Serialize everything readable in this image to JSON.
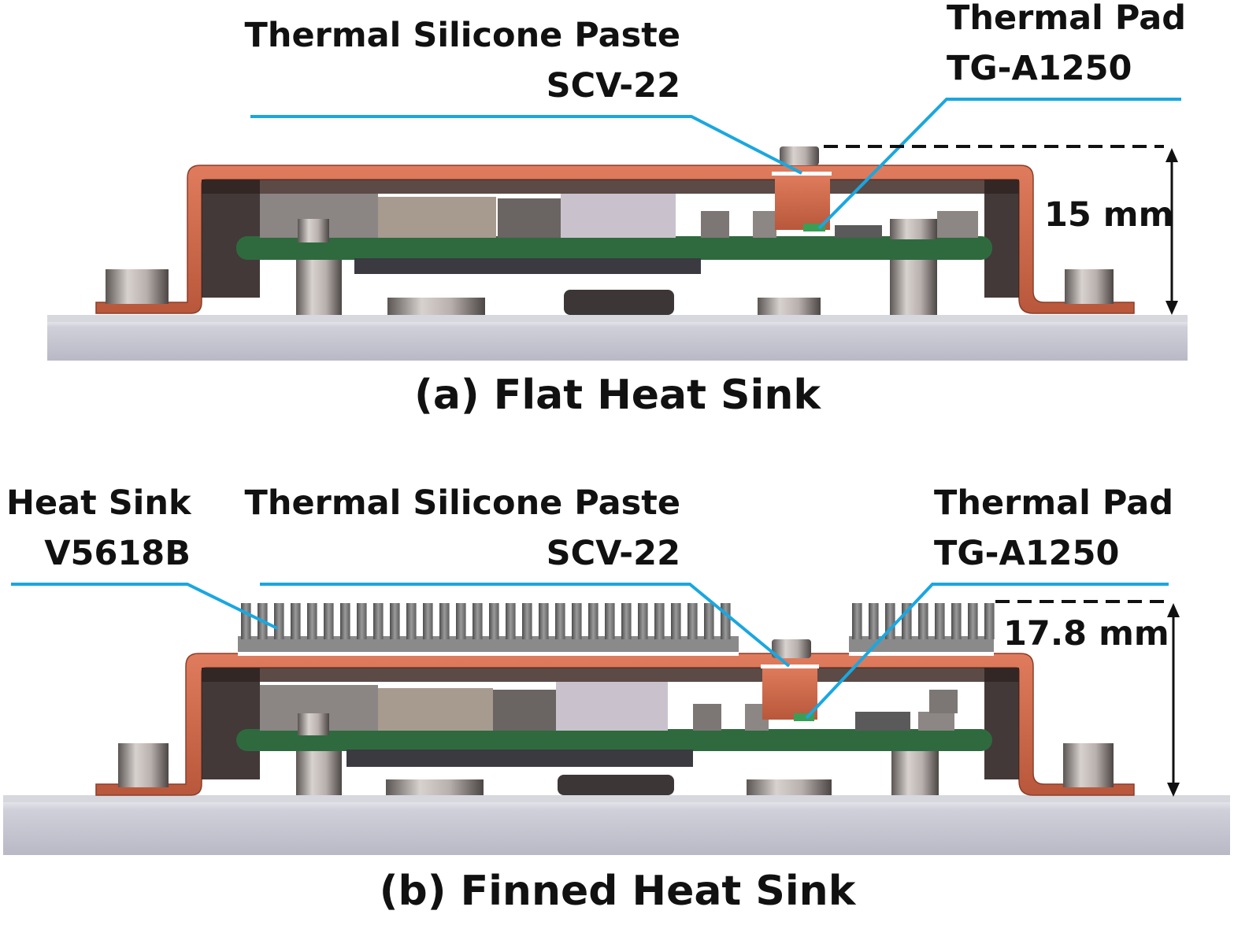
{
  "panels": [
    {
      "id": "a",
      "caption": "(a) Flat Heat Sink",
      "paste_label": [
        "Thermal Silicone Paste",
        "SCV-22"
      ],
      "pad_label": [
        "Thermal Pad",
        "TG-A1250"
      ],
      "height_label": "15 mm"
    },
    {
      "id": "b",
      "caption": "(b) Finned Heat Sink",
      "sink_label": [
        "Heat Sink",
        "V5618B"
      ],
      "paste_label": [
        "Thermal Silicone Paste",
        "SCV-22"
      ],
      "pad_label": [
        "Thermal Pad",
        "TG-A1250"
      ],
      "height_label": "17.8 mm"
    }
  ],
  "colors": {
    "leader_line": "#1aa7e0",
    "copper": "#cd6a4e",
    "copper_edge": "#8a3f2a",
    "pcb": "#2f6a3e",
    "base_plate": "#c9c9d4",
    "fins": "#767676",
    "components": "#8c8684",
    "dimension": "#111111"
  }
}
